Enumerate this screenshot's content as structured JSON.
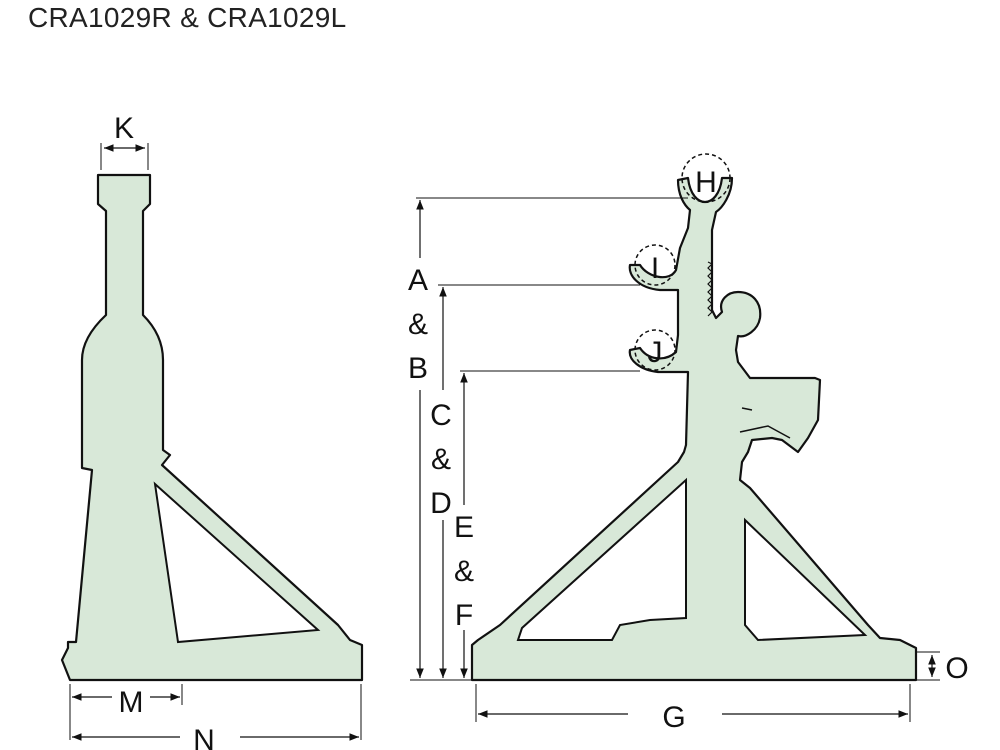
{
  "title": "CRA1029R & CRA1029L",
  "labels": {
    "k": "K",
    "m": "M",
    "n": "N",
    "a_line1": "A",
    "a_line2": "&",
    "a_line3": "B",
    "c_line1": "C",
    "c_line2": "&",
    "c_line3": "D",
    "e_line1": "E",
    "e_line2": "&",
    "e_line3": "F",
    "g": "G",
    "h": "H",
    "i": "I",
    "j": "J",
    "o": "O"
  },
  "colors": {
    "body": "#d8e8d8",
    "outline": "#111111"
  }
}
